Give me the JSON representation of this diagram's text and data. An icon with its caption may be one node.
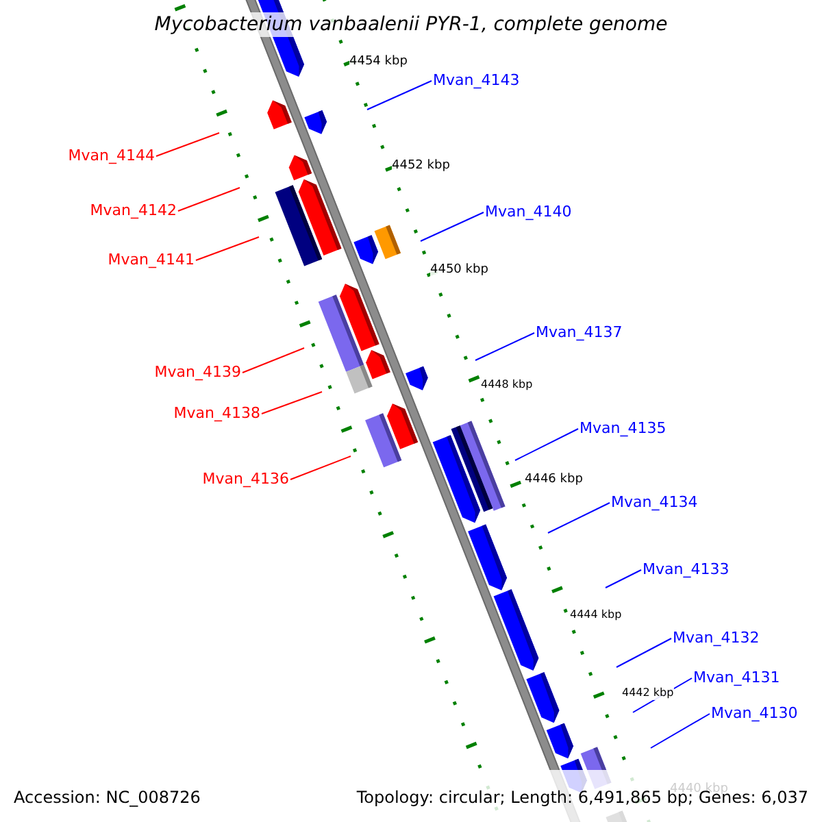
{
  "diagram": {
    "title": "Mycobacterium vanbaalenii PYR-1, complete genome",
    "nodes": [
      {
        "text": [
          "Mvan_4143"
        ]
      },
      {
        "text": [
          "Mvan_4144"
        ]
      },
      {
        "text": [
          "Mvan_4142"
        ]
      },
      {
        "text": [
          "Mvan_4140"
        ]
      },
      {
        "text": [
          "Mvan_4141"
        ]
      },
      {
        "text": [
          "Mvan_4137"
        ]
      },
      {
        "text": [
          "Mvan_4139"
        ]
      },
      {
        "text": [
          "Mvan_4138"
        ]
      },
      {
        "text": [
          "Mvan_4135"
        ]
      },
      {
        "text": [
          "Mvan_4136"
        ]
      },
      {
        "text": [
          "Mvan_4134"
        ]
      },
      {
        "text": [
          "Mvan_4133"
        ]
      },
      {
        "text": [
          "Mvan_4132"
        ]
      },
      {
        "text": [
          "Mvan_4131"
        ]
      },
      {
        "text": [
          "Mvan_4130"
        ]
      }
    ],
    "edges": [
      {
        "from": 0,
        "to": null,
        "arrow": "none"
      },
      {
        "from": 1,
        "to": null,
        "arrow": "none",
        "color": "#ff0000"
      },
      {
        "from": 2,
        "to": null,
        "arrow": "none",
        "color": "#ff0000"
      },
      {
        "from": 3,
        "to": null,
        "arrow": "none"
      },
      {
        "from": 4,
        "to": null,
        "arrow": "none",
        "color": "#ff0000"
      },
      {
        "from": 5,
        "to": null,
        "arrow": "none"
      },
      {
        "from": 6,
        "to": null,
        "arrow": "none",
        "color": "#ff0000"
      },
      {
        "from": 7,
        "to": null,
        "arrow": "none",
        "color": "#ff0000"
      },
      {
        "from": 8,
        "to": null,
        "arrow": "none"
      },
      {
        "from": 9,
        "to": null,
        "arrow": "none",
        "color": "#ff0000"
      },
      {
        "from": 10,
        "to": null,
        "arrow": "none"
      },
      {
        "from": 11,
        "to": null,
        "arrow": "none"
      },
      {
        "from": 12,
        "to": null,
        "arrow": "none"
      },
      {
        "from": 13,
        "to": null,
        "arrow": "none"
      },
      {
        "from": 14,
        "to": null,
        "arrow": "none"
      }
    ],
    "labels": [
      "4454 kbp",
      "4452 kbp",
      "4450 kbp",
      "4448 kbp",
      "4446 kbp",
      "4444 kbp",
      "4442 kbp",
      "4440 kbp",
      "Accession: NC_008726",
      "Topology: circular; Length: 6,491,865 bp; Genes: 6,037"
    ]
  }
}
